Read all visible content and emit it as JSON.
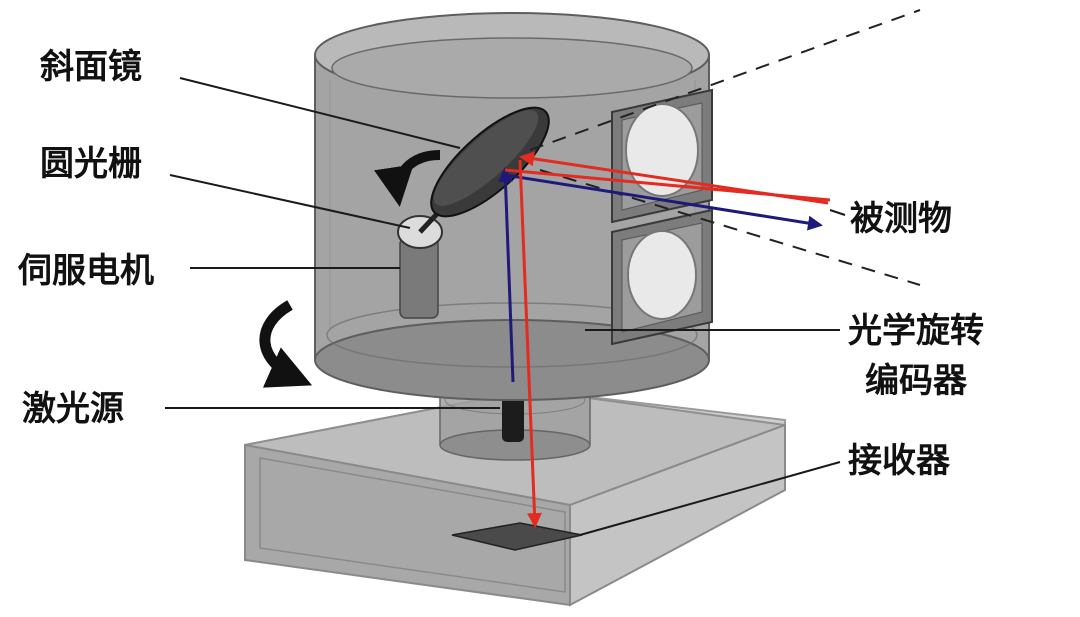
{
  "labels": {
    "mirror": "斜面镜",
    "grating": "圆光栅",
    "servo_motor": "伺服电机",
    "laser_source": "激光源",
    "target": "被测物",
    "encoder_line1": "光学旋转",
    "encoder_line2": "编码器",
    "receiver": "接收器"
  },
  "colors": {
    "outgoing_beam": "#e32b22",
    "return_beam": "#1d1a7a",
    "housing": "#8a8a8a"
  }
}
